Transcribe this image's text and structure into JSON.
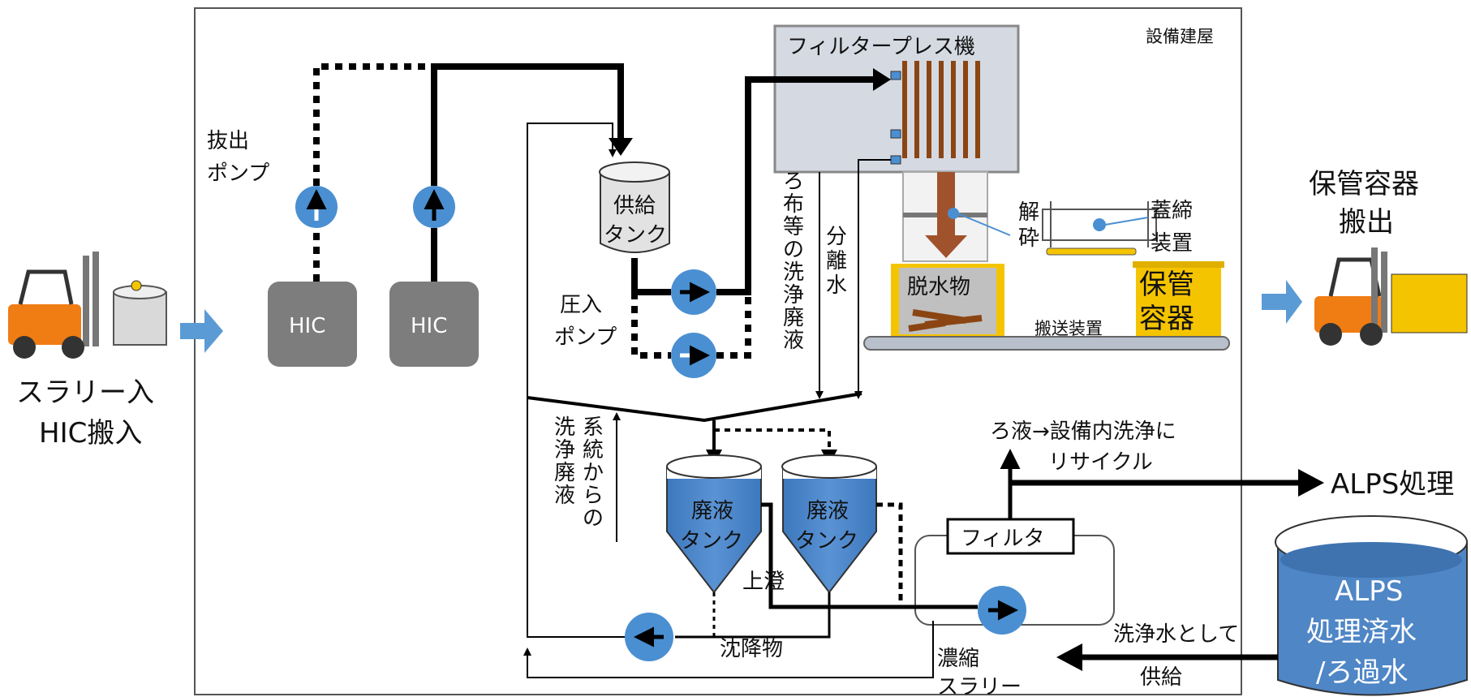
{
  "labels": {
    "building": "設備建屋",
    "filter_press": "フィルタープレス機",
    "extract_pump_1": "抜出",
    "extract_pump_2": "ポンプ",
    "hic": "HIC",
    "supply_tank_1": "供給",
    "supply_tank_2": "タンク",
    "press_pump_1": "圧入",
    "press_pump_2": "ポンプ",
    "cloth_wash_v": "ろ布等の洗浄廃液",
    "separated_water_v": "分離水",
    "crush_v": "解砕",
    "lid_1": "蓋締",
    "lid_2": "装置",
    "dewatered": "脱水物",
    "storage_1": "保管",
    "storage_2": "容器",
    "conveyor": "搬送装置",
    "carry_out_1": "保管容器",
    "carry_out_2": "搬出",
    "slurry_in_1": "スラリー入",
    "slurry_in_2": "HIC搬入",
    "system_wash_v1": "系統からの",
    "system_wash_v2": "洗浄廃液",
    "waste_tank_1": "廃液",
    "waste_tank_2": "タンク",
    "supernatant": "上澄",
    "sediment": "沈降物",
    "filtrate_1": "ろ液→設備内洗浄に",
    "filtrate_2": "リサイクル",
    "filter": "フィルタ",
    "alps_treatment": "ALPS処理",
    "alps_tank_1": "ALPS",
    "alps_tank_2": "処理済水",
    "alps_tank_3": "/ろ過水",
    "wash_water_1": "洗浄水として",
    "wash_water_2": "供給",
    "concentrated_1": "濃縮",
    "concentrated_2": "スラリー"
  },
  "colors": {
    "pump": "#4a8fd1",
    "hic": "#7d7d7d",
    "filter_press_bg": "#d5d9e2",
    "plates": "#8b4513",
    "storage": "#f5c400",
    "forklift": "#f07c14",
    "water": "#4f86c6"
  }
}
